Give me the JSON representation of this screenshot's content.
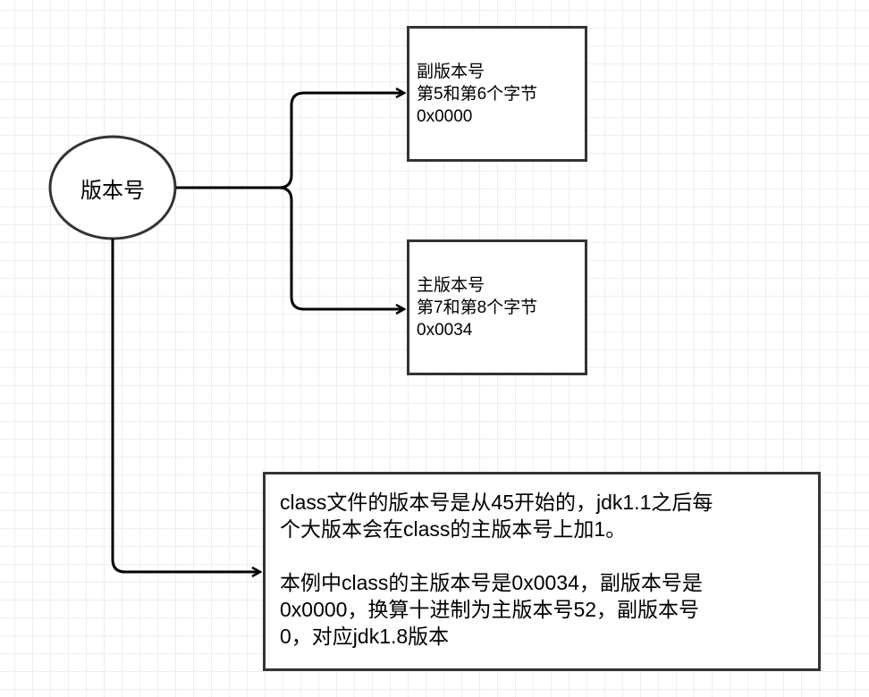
{
  "diagram": {
    "root": {
      "label": "版本号"
    },
    "minor_version": {
      "lines": [
        "副版本号",
        "第5和第6个字节",
        "0x0000"
      ]
    },
    "major_version": {
      "lines": [
        "主版本号",
        "第7和第8个字节",
        "0x0034"
      ]
    },
    "note": {
      "paragraph1_lines": [
        "class文件的版本号是从45开始的，jdk1.1之后每",
        "个大版本会在class的主版本号上加1。"
      ],
      "paragraph2_lines": [
        "本例中class的主版本号是0x0034，副版本号是",
        "0x0000，换算十进制为主版本号52，副版本号",
        "0，对应jdk1.8版本"
      ]
    },
    "edges": [
      {
        "from": "版本号",
        "to": "副版本号"
      },
      {
        "from": "版本号",
        "to": "主版本号"
      },
      {
        "from": "版本号",
        "to": "note"
      }
    ],
    "colors": {
      "stroke": "#000000",
      "box_border": "#333333",
      "grid": "#ececfb",
      "background": "#ffffff"
    }
  }
}
